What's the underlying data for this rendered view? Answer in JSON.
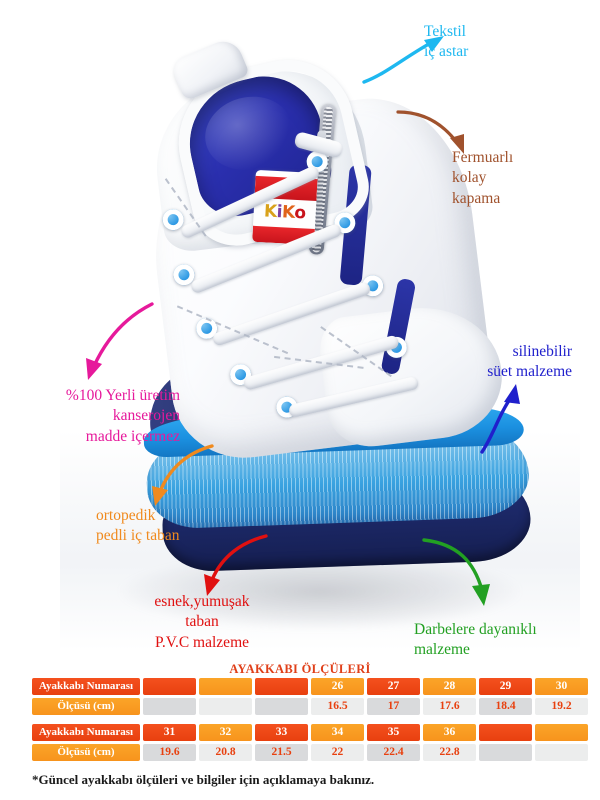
{
  "product": {
    "brand_label": "Kiko",
    "brand_letters": [
      "K",
      "i",
      "K",
      "o"
    ]
  },
  "callouts": [
    {
      "id": "tekstil-ic-astar",
      "text": "Tekstil\niç astar",
      "color": "#1EB8F0",
      "align": "left"
    },
    {
      "id": "fermuarli-kolay-kapama",
      "text": "Fermuarlı\nkolay\nkapama",
      "color": "#A0522D",
      "align": "left"
    },
    {
      "id": "silinebilir-suet-malzeme",
      "text": "silinebilir\nsüet malzeme",
      "color": "#2020CC",
      "align": "right"
    },
    {
      "id": "darbelere-dayanikli-malzeme",
      "text": "Darbelere dayanıklı\nmalzeme",
      "color": "#22A022",
      "align": "left"
    },
    {
      "id": "yerli-uretim-kanserojen",
      "text": "%100 Yerli üretim\nkanserojen\nmadde içermez",
      "color": "#E6199B",
      "align": "right"
    },
    {
      "id": "ortopedik-pedli-ic-taban",
      "text": "ortopedik\npedli iç taban",
      "color": "#F08A1E",
      "align": "left"
    },
    {
      "id": "esnek-yumusak-taban",
      "text": "esnek,yumuşak\ntaban\nP.V.C  malzeme",
      "color": "#E01010",
      "align": "center"
    }
  ],
  "size_tables": {
    "title": "AYAKKABI ÖLÇÜLERİ",
    "row_labels": {
      "number": "Ayakkabı Numarası",
      "measure": "Ölçüsü (cm)"
    },
    "table1": {
      "numbers": [
        "",
        "",
        "",
        "26",
        "27",
        "28",
        "29",
        "30"
      ],
      "measures": [
        "",
        "",
        "",
        "16.5",
        "17",
        "17.6",
        "18.4",
        "19.2"
      ]
    },
    "table2": {
      "numbers": [
        "31",
        "32",
        "33",
        "34",
        "35",
        "36",
        "",
        ""
      ],
      "measures": [
        "19.6",
        "20.8",
        "21.5",
        "22",
        "22.4",
        "22.8",
        "",
        ""
      ]
    },
    "footnote": "*Güncel ayakkabı ölçüleri ve bilgiler için açıklamaya bakınız."
  },
  "colors": {
    "red_orange": "#E8400F",
    "orange": "#F7941D",
    "cell_gray_dark": "#D9DADC",
    "cell_gray_light": "#ECEDED"
  }
}
